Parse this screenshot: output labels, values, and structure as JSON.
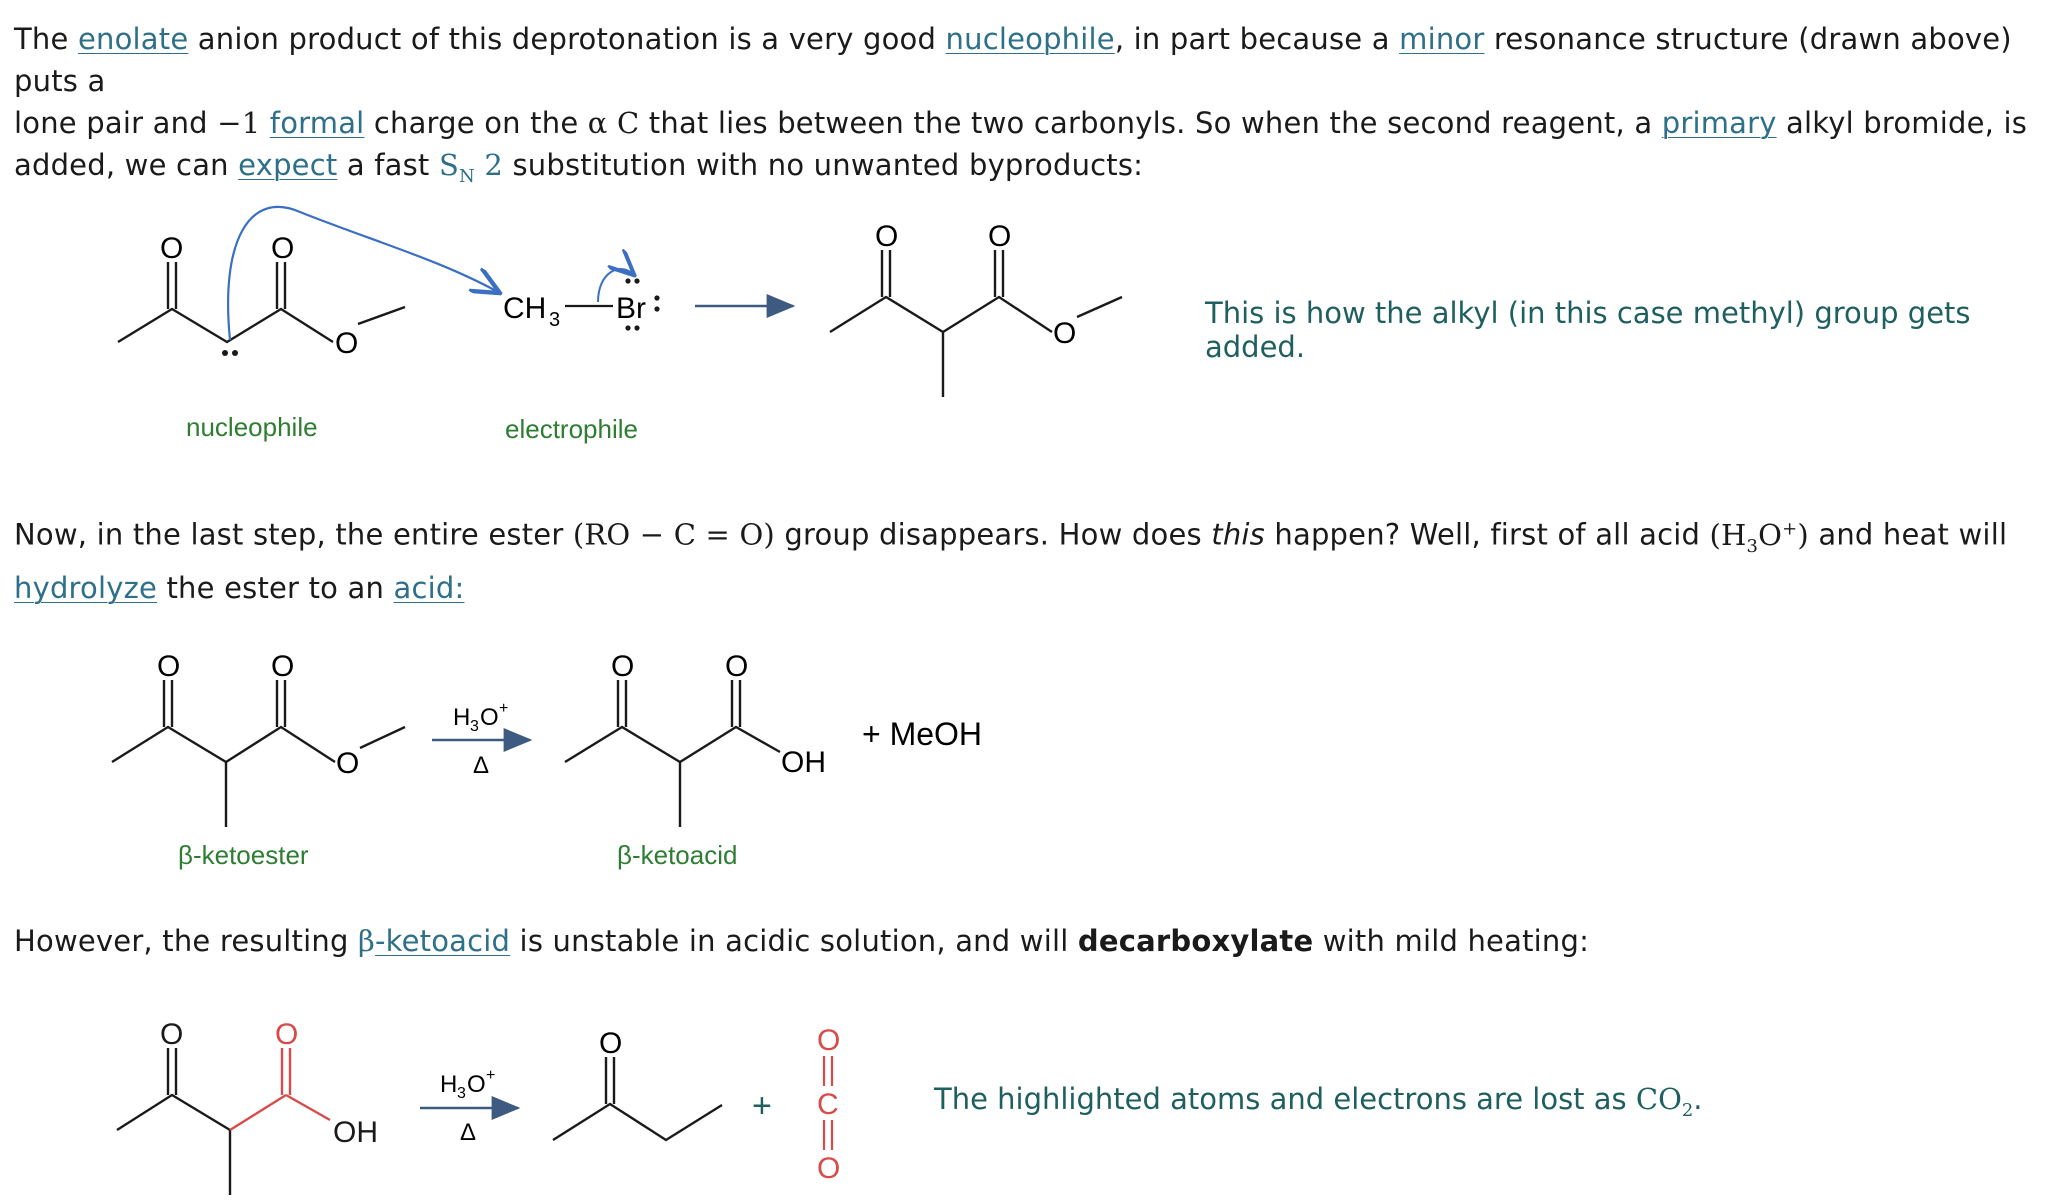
{
  "p1": {
    "s1": "The ",
    "l_enolate": "enolate",
    "s2": " anion product of this deprotonation is a very good ",
    "l_nucleophile": "nucleophile",
    "s3": ", in part because a ",
    "l_minor": "minor",
    "s4": " resonance structure (drawn above) puts a",
    "s5": "lone pair and ",
    "m_neg1": "−1",
    "l_formal": "formal",
    "s6": " charge on the ",
    "m_alphaC": "α C",
    "s7": " that lies between the two carbonyls. So when the second reagent, a ",
    "l_primary": "primary",
    "s8": " alkyl bromide, is",
    "s9": "added, we can ",
    "l_expect": "expect",
    "s10": " a fast ",
    "m_S": "S",
    "m_N": "N",
    "m_2": " 2",
    "s11": " substitution with no unwanted byproducts:"
  },
  "scheme1": {
    "o1": "O",
    "o2": "O",
    "o3": "O",
    "ch3": "CH",
    "ch3_sub": "3",
    "br": "Br",
    "p_o1": "O",
    "p_o2": "O",
    "p_o3": "O",
    "label_nucleophile": "nucleophile",
    "label_electrophile": "electrophile",
    "note": "This is how the alkyl (in this case methyl) group gets added."
  },
  "p2": {
    "s1": "Now, in the last step, the entire ester ",
    "m_ester": "(RO − C = O)",
    "s2": " group disappears. How does ",
    "em": "this",
    "s3": " happen? Well, first of all acid ",
    "m_h": "(H",
    "m_3": "3",
    "m_o": "O",
    "m_plus": "+",
    "m_close": ")",
    "s4": " and heat will",
    "l_hydrolyze": "hydrolyze",
    "s5": " the ester to an ",
    "l_acid": "acid:"
  },
  "scheme2": {
    "o1": "O",
    "o2": "O",
    "o3": "O",
    "reagent": "H",
    "reagent_sub": "3",
    "reagent_o": "O",
    "reagent_sup": "+",
    "heat": "Δ",
    "p_o1": "O",
    "p_o2": "O",
    "p_oh": "OH",
    "plus_meoh": "+ MeOH",
    "label_ketoester": "β-ketoester",
    "label_ketoacid": "β-ketoacid"
  },
  "p3": {
    "s1": "However, the resulting ",
    "m_beta": "β",
    "l_ketoacid": "-ketoacid",
    "s2": " is unstable in acidic solution, and will ",
    "strong": "decarboxylate",
    "s3": " with mild heating:"
  },
  "scheme3": {
    "o1": "O",
    "o2": "O",
    "oh": "OH",
    "reagent": "H",
    "reagent_sub": "3",
    "reagent_o": "O",
    "reagent_sup": "+",
    "heat": "Δ",
    "p_o": "O",
    "plus": "+",
    "co2_o1": "O",
    "co2_c": "C",
    "co2_o2": "O",
    "note_text": "The highlighted atoms and electrons are lost as ",
    "note_co": "CO",
    "note_sub": "2",
    "note_end": "."
  },
  "colors": {
    "link": "#2e6f8a",
    "label_green": "#2e7d32",
    "note_teal": "#1f5f5f",
    "arrow_blue": "#3a6fc4",
    "highlight_red": "#d94a4a"
  }
}
